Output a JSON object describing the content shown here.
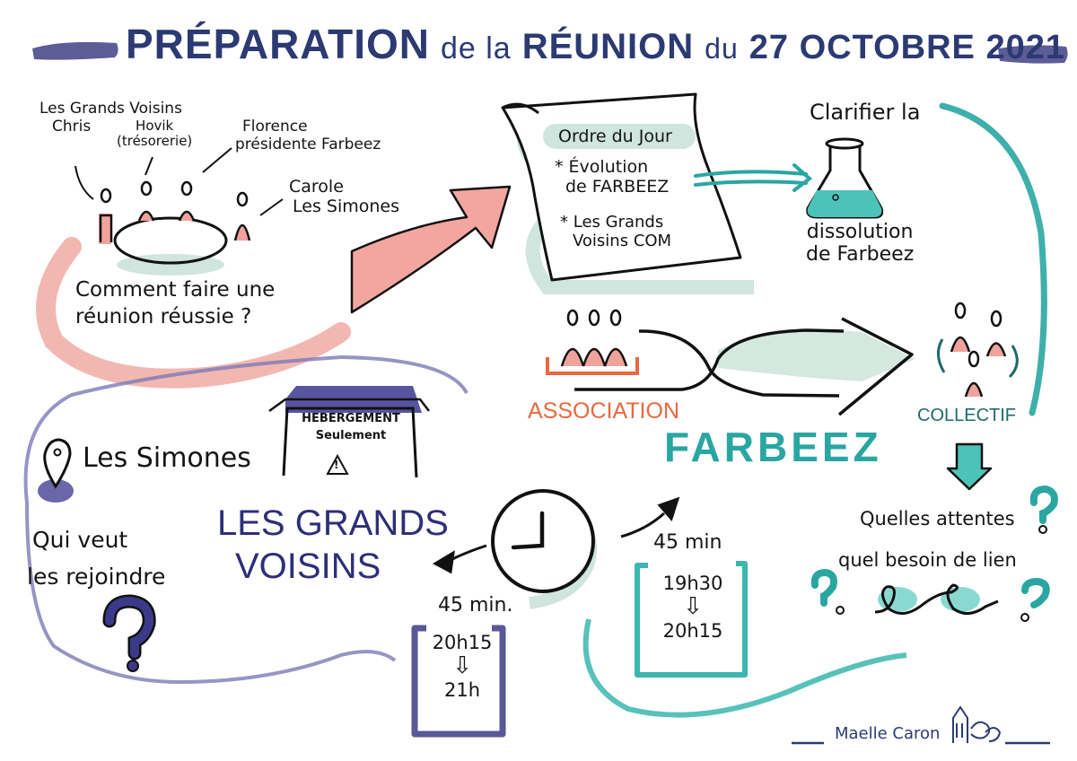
{
  "title": {
    "text": "PRÉPARATION de la RÉUNION du 27 OCTOBRE 2021",
    "part1": "PRÉPARATION",
    "part2": "de la",
    "part3": "RÉUNION",
    "part4": "du",
    "part5": "27 OCTOBRE 2021"
  },
  "meeting": {
    "participants": [
      {
        "line1": "Les Grands Voisins",
        "line2": "Chris"
      },
      {
        "line1": "Hovik",
        "line2": "(trésorerie)"
      },
      {
        "line1": "Florence",
        "line2": "présidente Farbeez"
      },
      {
        "line1": "Carole",
        "line2": "Les Simones"
      }
    ],
    "question_line1": "Comment faire une",
    "question_line2": "réunion réussie ?"
  },
  "agenda": {
    "heading": "Ordre du Jour",
    "items": [
      {
        "bullet": "*",
        "line1": "Évolution",
        "line2": "de FARBEEZ"
      },
      {
        "bullet": "*",
        "line1": "Les Grands",
        "line2": "Voisins COM"
      }
    ]
  },
  "clarify": {
    "line1": "Clarifier la",
    "line2": "dissolution",
    "line3": "de Farbeez"
  },
  "transition": {
    "from": "ASSOCIATION",
    "name": "FARBEEZ",
    "to": "COLLECTIF"
  },
  "questions": {
    "q1": "Quelles attentes",
    "q2": "quel besoin de lien",
    "mark": "?"
  },
  "simones": {
    "location": "Les Simones",
    "house_line1": "HEBERGEMENT",
    "house_line2": "Seulement",
    "warning": "!",
    "ask_line1": "Qui veut",
    "ask_line2": "les rejoindre",
    "mark": "?"
  },
  "grands_voisins": {
    "line1": "LES GRANDS",
    "line2": "VOISINS"
  },
  "schedule": {
    "left": {
      "duration": "45 min.",
      "start": "20h15",
      "arrow": "⇩",
      "end": "21h"
    },
    "right": {
      "duration": "45 min",
      "start": "19h30",
      "arrow": "⇩",
      "end": "20h15"
    }
  },
  "signature": {
    "author": "Maelle Caron"
  },
  "colors": {
    "navy": "#2c3a73",
    "teal": "#2aa6a2",
    "dark_teal": "#1d6a6a",
    "salmon": "#ef9b93",
    "orange": "#e8683f",
    "mint": "#cfe5dd",
    "violet_wash": "#6a67a8"
  }
}
